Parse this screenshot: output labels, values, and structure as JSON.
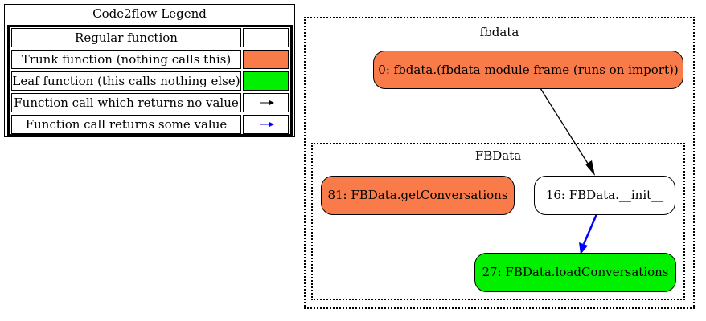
{
  "legend": {
    "title": "Code2flow Legend",
    "rows": [
      {
        "label": "Regular function",
        "swatch": "none"
      },
      {
        "label": "Trunk function (nothing calls this)",
        "swatch": "fill",
        "color": "#f97b4a"
      },
      {
        "label": "Leaf function (this calls nothing else)",
        "swatch": "fill",
        "color": "#00f000"
      },
      {
        "label": "Function call which returns no value",
        "swatch": "arrow",
        "color": "#000000"
      },
      {
        "label": "Function call returns some value",
        "swatch": "arrow",
        "color": "#0000ff"
      }
    ]
  },
  "clusters": {
    "module": {
      "label": "fbdata"
    },
    "class": {
      "label": "FBData"
    }
  },
  "nodes": {
    "module_frame": {
      "label": "0: fbdata.(fbdata module frame (runs on import))",
      "color": "#f97b4a"
    },
    "get_conversations": {
      "label": "81: FBData.getConversations",
      "color": "#f97b4a"
    },
    "init": {
      "label": "16: FBData.__init__",
      "color": "#ffffff"
    },
    "load_conversations": {
      "label": "27: FBData.loadConversations",
      "color": "#00f000"
    }
  },
  "edges": [
    {
      "from": "module_frame",
      "to": "init",
      "color": "#000000"
    },
    {
      "from": "init",
      "to": "load_conversations",
      "color": "#0000ff"
    }
  ]
}
